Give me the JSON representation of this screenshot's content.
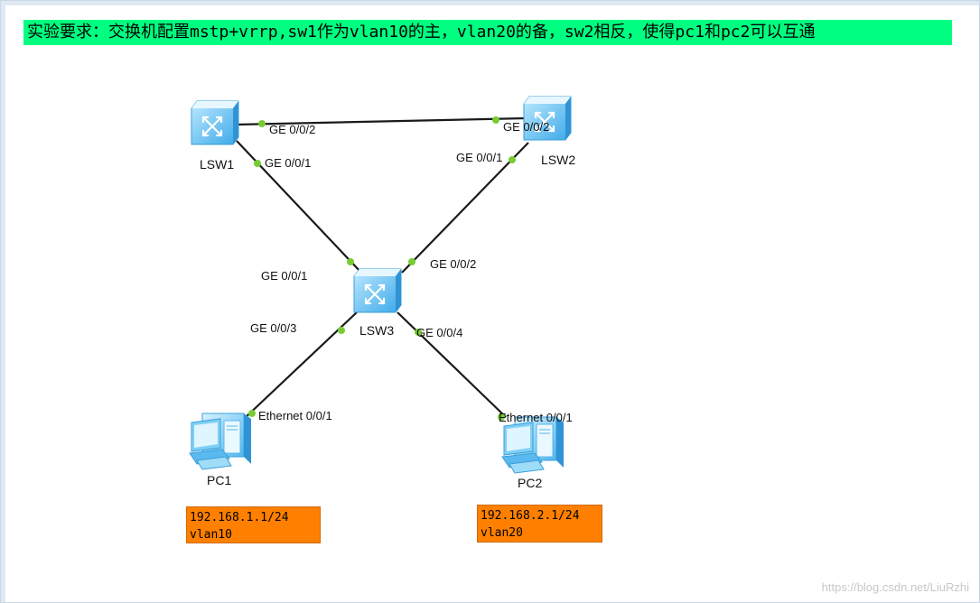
{
  "title": "实验要求：交换机配置mstp+vrrp,sw1作为vlan10的主，vlan20的备，sw2相反，使得pc1和pc2可以互通",
  "colors": {
    "title_bg": "#00ff80",
    "ip_box_bg": "#ff8000",
    "link": "#1a1a1a",
    "port_dot": "#77cc33"
  },
  "devices": {
    "lsw1": {
      "name": "LSW1",
      "icon": "switch-icon"
    },
    "lsw2": {
      "name": "LSW2",
      "icon": "switch-icon"
    },
    "lsw3": {
      "name": "LSW3",
      "icon": "switch-icon"
    },
    "pc1": {
      "name": "PC1",
      "icon": "pc-icon"
    },
    "pc2": {
      "name": "PC2",
      "icon": "pc-icon"
    }
  },
  "links": [
    {
      "from": "LSW1",
      "from_port": "GE 0/0/2",
      "to": "LSW2",
      "to_port": "GE 0/0/2"
    },
    {
      "from": "LSW1",
      "from_port": "GE 0/0/1",
      "to": "LSW3",
      "to_port": "GE 0/0/1"
    },
    {
      "from": "LSW2",
      "from_port": "GE 0/0/1",
      "to": "LSW3",
      "to_port": "GE 0/0/2"
    },
    {
      "from": "LSW3",
      "from_port": "GE 0/0/3",
      "to": "PC1",
      "to_port": "Ethernet 0/0/1"
    },
    {
      "from": "LSW3",
      "from_port": "GE 0/0/4",
      "to": "PC2",
      "to_port": "Ethernet 0/0/1"
    }
  ],
  "ip_boxes": {
    "pc1": {
      "ip": "192.168.1.1/24",
      "vlan": "vlan10"
    },
    "pc2": {
      "ip": "192.168.2.1/24",
      "vlan": "vlan20"
    }
  },
  "watermark": "https://blog.csdn.net/LiuRzhi"
}
